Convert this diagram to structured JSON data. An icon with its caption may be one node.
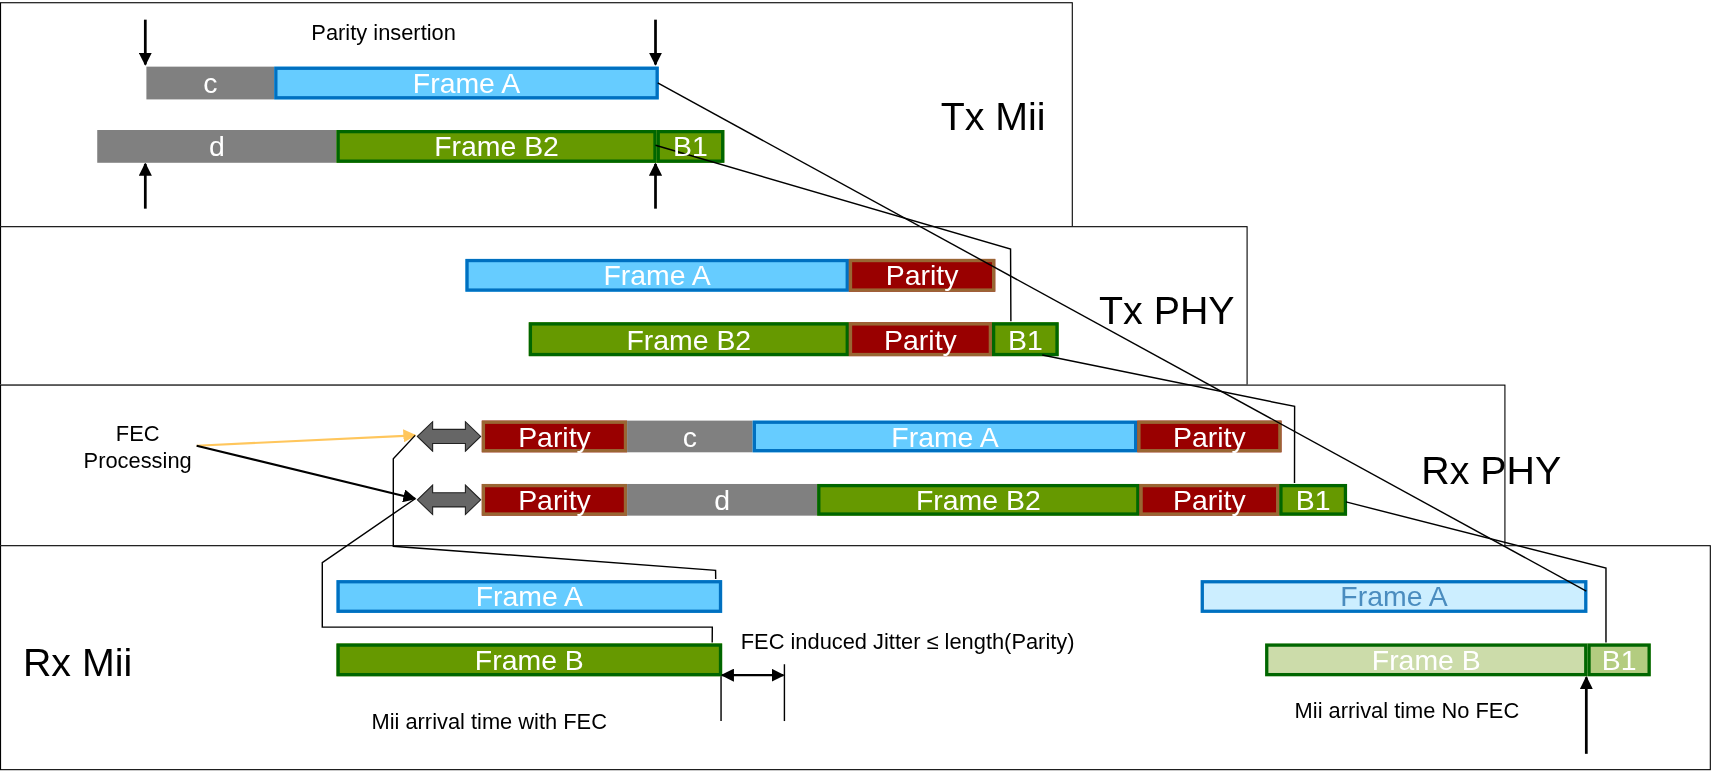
{
  "diagram": {
    "nodes": [
      {
        "text": [
          "Tx Mii"
        ]
      },
      {
        "text": [
          "c"
        ],
        "in": 0
      },
      {
        "text": [
          "Frame A"
        ],
        "in": 0
      },
      {
        "text": [
          "d"
        ],
        "in": 0
      },
      {
        "text": [
          "Frame B2"
        ],
        "in": 0
      },
      {
        "text": [
          "B1"
        ],
        "in": 0
      },
      {
        "text": [
          "Tx PHY"
        ]
      },
      {
        "text": [
          "Frame A"
        ],
        "in": 6
      },
      {
        "text": [
          "Parity"
        ],
        "in": 6
      },
      {
        "text": [
          "Frame B2"
        ],
        "in": 6
      },
      {
        "text": [
          "Parity"
        ],
        "in": 6
      },
      {
        "text": [
          "B1"
        ],
        "in": 6
      },
      {
        "text": [
          "Rx PHY"
        ]
      },
      {
        "text": [
          "FEC Processing"
        ],
        "in": 12
      },
      {
        "text": [],
        "shape": "arrow",
        "in": 12
      },
      {
        "text": [
          "Parity"
        ],
        "in": 12
      },
      {
        "text": [
          "c"
        ],
        "in": 12
      },
      {
        "text": [
          "Frame A"
        ],
        "in": 12
      },
      {
        "text": [
          "Parity"
        ],
        "in": 12
      },
      {
        "text": [],
        "shape": "arrow",
        "in": 12
      },
      {
        "text": [
          "Parity"
        ],
        "in": 12
      },
      {
        "text": [
          "d"
        ],
        "in": 12
      },
      {
        "text": [
          "Frame B2"
        ],
        "in": 12
      },
      {
        "text": [
          "Parity"
        ],
        "in": 12
      },
      {
        "text": [
          "B1"
        ],
        "in": 12
      },
      {
        "text": [
          "Rx Mii"
        ]
      },
      {
        "text": [
          "Frame A"
        ],
        "in": 25
      },
      {
        "text": [
          "Frame B"
        ],
        "in": 25
      },
      {
        "text": [
          "Frame A"
        ],
        "in": 25
      },
      {
        "text": [
          "Frame B"
        ],
        "in": 25
      },
      {
        "text": [
          "B1"
        ],
        "in": 25
      }
    ],
    "edges": [
      {
        "from": 2,
        "to": 28,
        "arrow": "none"
      },
      {
        "from": 5,
        "to": 11,
        "arrow": "none"
      },
      {
        "from": 11,
        "to": 24,
        "arrow": "none"
      },
      {
        "from": 24,
        "to": 30,
        "arrow": "none"
      },
      {
        "from": 13,
        "to": 14,
        "arrow": "to",
        "color": "#ffc65c"
      },
      {
        "from": 13,
        "to": 19,
        "arrow": "to"
      },
      {
        "from": 14,
        "to": 26,
        "arrow": "none"
      },
      {
        "from": 19,
        "to": 27,
        "arrow": "none"
      }
    ],
    "labels": [
      "Parity insertion",
      "FEC induced Jitter ≤ length(Parity)",
      "Mii arrival time with FEC",
      "Mii arrival time No FEC"
    ]
  }
}
